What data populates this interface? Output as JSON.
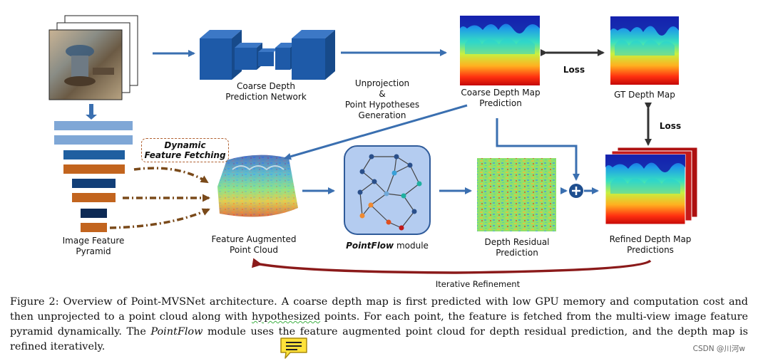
{
  "labels": {
    "coarse_net_line1": "Coarse Depth",
    "coarse_net_line2": "Prediction Network",
    "unproj_line1": "Unprojection",
    "unproj_line2": "&",
    "unproj_line3": "Point Hypotheses",
    "unproj_line4": "Generation",
    "coarse_map_line1": "Coarse Depth Map",
    "coarse_map_line2": "Prediction",
    "loss_top": "Loss",
    "gt_map": "GT Depth Map",
    "loss_right": "Loss",
    "dyn_line1": "Dynamic",
    "dyn_line2": "Feature Fetching",
    "pyramid_line1": "Image Feature",
    "pyramid_line2": "Pyramid",
    "cloud_line1": "Feature Augmented",
    "cloud_line2": "Point Cloud",
    "pointflow_name": "PointFlow",
    "pointflow_suffix": " module",
    "residual_line1": "Depth Residual",
    "residual_line2": "Prediction",
    "refined_line1": "Refined Depth Map",
    "refined_line2": "Predictions",
    "iterative": "Iterative Refinement"
  },
  "caption": {
    "p1": "Figure 2: Overview of Point-MVSNet architecture. A coarse depth map is first predicted with low GPU memory and computation cost and then unprojected to a point cloud along with ",
    "squiggle": "hypothesized",
    "p2": " points. For each point, the feature is fetched from the multi-view image feature pyramid dynamically. The ",
    "em": "PointFlow",
    "p3": " module uses the feature augmented point cloud for depth residual prediction, and the depth map is refined iteratively."
  },
  "watermark": "CSDN @川河w",
  "colors": {
    "blue_arrow": "#3a6fb0",
    "dark_red": "#8b1a1a",
    "brown_dash": "#7a4a1a",
    "net_blue": "#1e5aa8",
    "pyramid_light": "#7fa7d6",
    "pyramid_mid": "#1f5fa0",
    "pyramid_dark": "#0d2a55",
    "pyramid_orange": "#c2641e",
    "pointflow_bg": "#b4ccf0"
  }
}
